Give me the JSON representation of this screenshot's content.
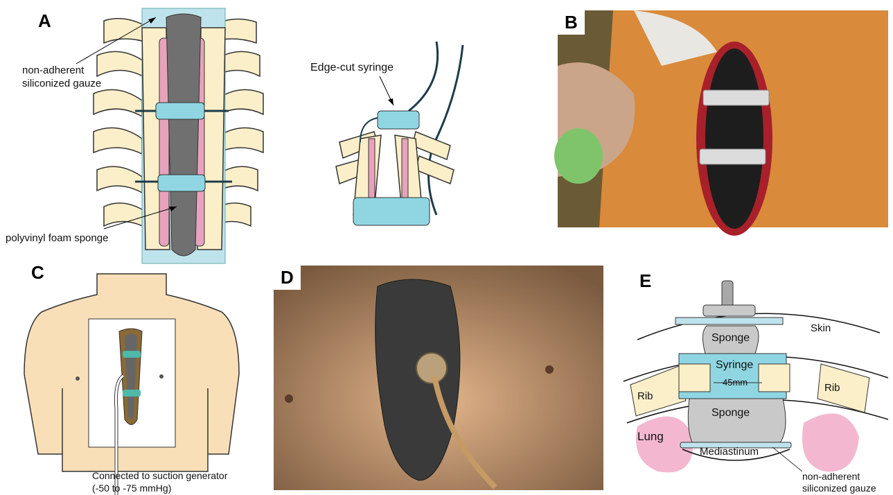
{
  "panels": {
    "a": {
      "label": "A",
      "gauze_label_line1": "non-adherent",
      "gauze_label_line2": "siliconized gauze",
      "sponge_label": "polyvinyl foam sponge",
      "syringe_label": "Edge-cut syringe"
    },
    "b": {
      "label": "B"
    },
    "c": {
      "label": "C",
      "suction_line1": "Connected to suction generator",
      "suction_line2": "(-50 to -75 mmHg)"
    },
    "d": {
      "label": "D"
    },
    "e": {
      "label": "E",
      "skin": "Skin",
      "sponge_top": "Sponge",
      "syringe": "Syringe",
      "width": "45mm",
      "rib_left": "Rib",
      "rib_right": "Rib",
      "sponge_bottom": "Sponge",
      "lung": "Lung",
      "mediastinum": "Mediastinum",
      "gauze_line1": "non-adherent",
      "gauze_line2": "siliconized gauze"
    }
  },
  "colors": {
    "gauze": "#bfe3ec",
    "foam": "#707070",
    "bone": "#fbefc9",
    "marrow": "#e7a3bd",
    "syringe": "#8fd6e2",
    "skin_tone": "#f8dfb8",
    "lung": "#f3b8d0",
    "sponge_gray": "#c9c9c9",
    "photo_skin": "#d98a3a"
  }
}
